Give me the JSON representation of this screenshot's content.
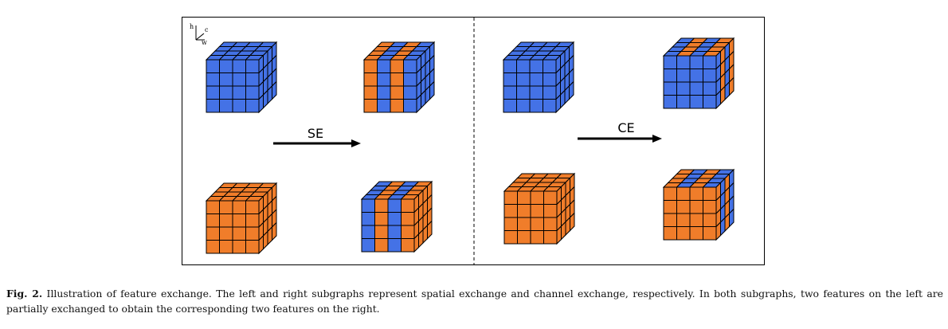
{
  "figure": {
    "colors": {
      "blue": "#4472e6",
      "orange": "#f07d2a",
      "grid": "#000000"
    },
    "axis_labels": {
      "h": "h",
      "c": "c",
      "w": "w"
    },
    "left_panel": {
      "arrow_label": "SE"
    },
    "right_panel": {
      "arrow_label": "CE"
    },
    "cubes": [
      {
        "name": "se-input-blue",
        "pattern": "blue"
      },
      {
        "name": "se-output-top",
        "pattern": "column-stripes-orange-first"
      },
      {
        "name": "se-input-orange",
        "pattern": "orange"
      },
      {
        "name": "se-output-bottom",
        "pattern": "column-stripes-blue-first"
      },
      {
        "name": "ce-input-blue",
        "pattern": "blue"
      },
      {
        "name": "ce-output-top",
        "pattern": "channel-layers-blue-front"
      },
      {
        "name": "ce-input-orange",
        "pattern": "orange"
      },
      {
        "name": "ce-output-bottom",
        "pattern": "channel-layers-orange-front"
      }
    ]
  },
  "caption": {
    "label": "Fig. 2.",
    "text": "Illustration of feature exchange. The left and right subgraphs represent spatial exchange and channel exchange, respectively. In both subgraphs, two features on the left are partially exchanged to obtain the corresponding two features on the right."
  }
}
